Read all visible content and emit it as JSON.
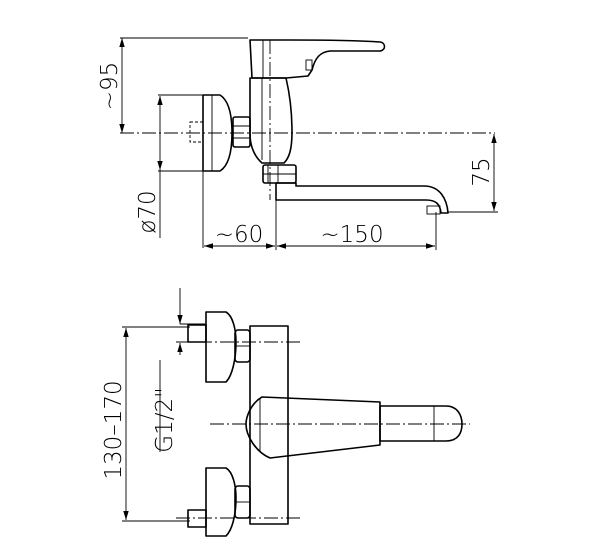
{
  "dimensions": {
    "height_above_axis": "~95",
    "rosette_diameter": "ø70",
    "wall_offset": "~60",
    "spout_reach": "~150",
    "spout_drop": "75",
    "connection_spacing": "130–170",
    "thread_size": "G1/2\""
  }
}
